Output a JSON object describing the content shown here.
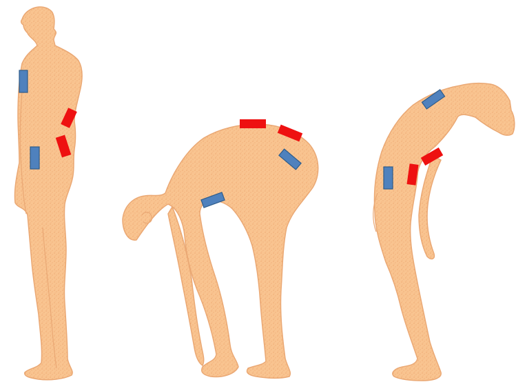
{
  "colors": {
    "skin": "#F9C490",
    "skin_outline": "#EAA874",
    "skin_speckle": "#E79A63",
    "compression_marker": "#EE1111",
    "stretch_marker": "#4F81BD",
    "stretch_marker_outline": "#2E5C8A",
    "background": "#FFFFFF"
  },
  "figures": [
    {
      "id": "upright",
      "red_markers": 2,
      "blue_markers": 2
    },
    {
      "id": "flexion",
      "red_markers": 2,
      "blue_markers": 2
    },
    {
      "id": "extension",
      "red_markers": 2,
      "blue_markers": 2
    }
  ],
  "marker_legend_icons": [
    "compression-marker",
    "stretch-marker"
  ]
}
